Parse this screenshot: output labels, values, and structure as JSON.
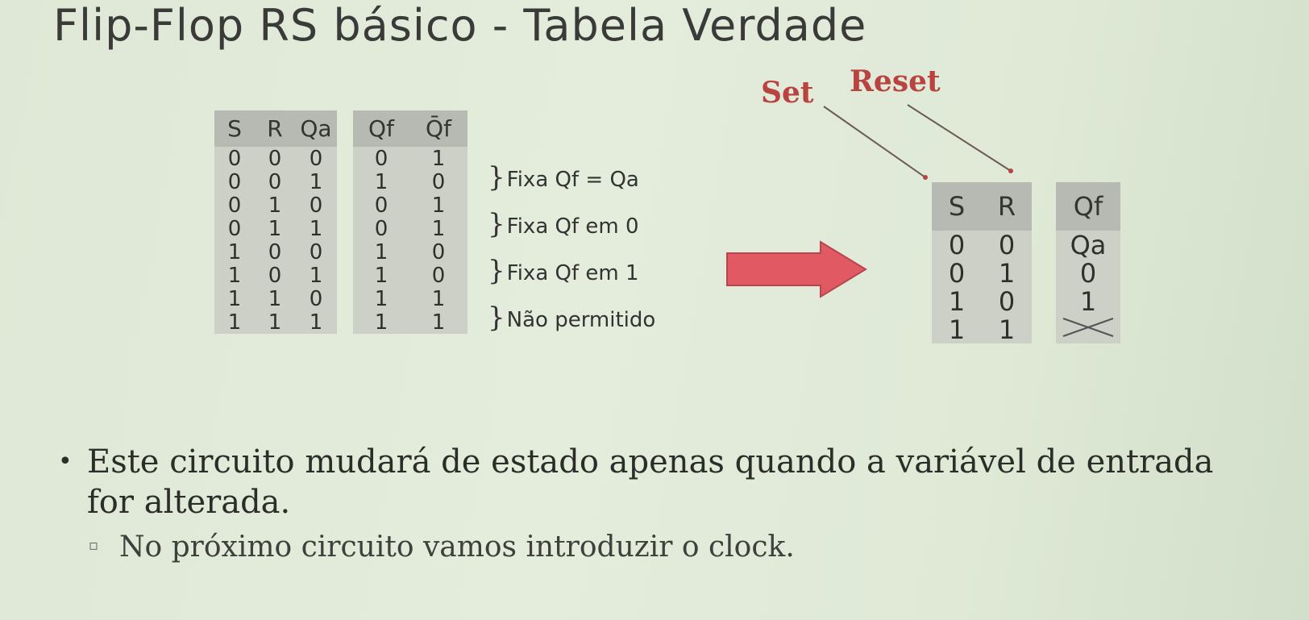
{
  "title": "Flip-Flop RS básico - Tabela Verdade",
  "full_table": {
    "headers_inputs": [
      "S",
      "R",
      "Qa"
    ],
    "headers_outputs": [
      "Qf",
      "Q̄f"
    ],
    "rows": [
      [
        "0",
        "0",
        "0",
        "0",
        "1"
      ],
      [
        "0",
        "0",
        "1",
        "1",
        "0"
      ],
      [
        "0",
        "1",
        "0",
        "0",
        "1"
      ],
      [
        "0",
        "1",
        "1",
        "0",
        "1"
      ],
      [
        "1",
        "0",
        "0",
        "1",
        "0"
      ],
      [
        "1",
        "0",
        "1",
        "1",
        "0"
      ],
      [
        "1",
        "1",
        "0",
        "1",
        "1"
      ],
      [
        "1",
        "1",
        "1",
        "1",
        "1"
      ]
    ]
  },
  "notes": [
    "Fixa Qf = Qa",
    "Fixa Qf em 0",
    "Fixa Qf em 1",
    "Não permitido"
  ],
  "labels": {
    "set": "Set",
    "reset": "Reset"
  },
  "reduced_table": {
    "headers_inputs": [
      "S",
      "R"
    ],
    "header_output": "Qf",
    "rows": [
      [
        "0",
        "0",
        "Qa"
      ],
      [
        "0",
        "1",
        "0"
      ],
      [
        "1",
        "0",
        "1"
      ],
      [
        "1",
        "1",
        ""
      ]
    ]
  },
  "bullets": {
    "main": "Este circuito mudará de estado apenas quando a variável de entrada for alterada.",
    "sub": "No próximo circuito vamos introduzir o clock."
  },
  "colors": {
    "arrow": "#e15a63",
    "label": "#b8433f"
  }
}
